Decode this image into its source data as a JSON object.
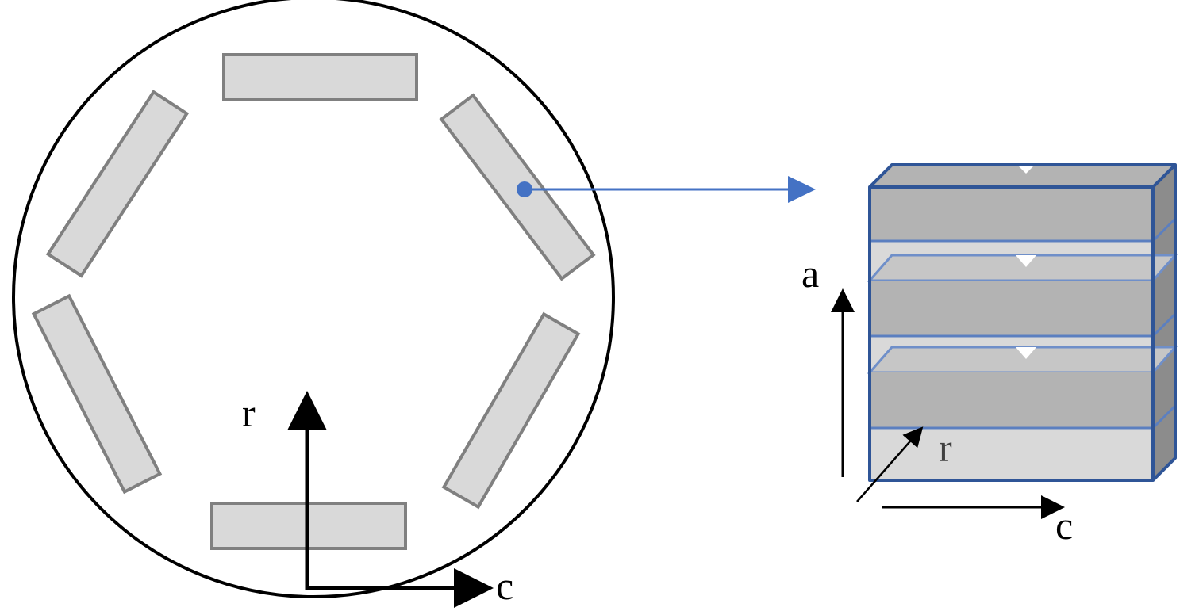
{
  "cross_section": {
    "axes": {
      "radial_label": "r",
      "circumferential_label": "c"
    },
    "element_count": 6,
    "colors": {
      "outline": "#000000",
      "element_fill": "#d9d9d9",
      "element_stroke": "#808080"
    }
  },
  "connector": {
    "color": "#4472c4"
  },
  "detail_block": {
    "axes": {
      "axial_label": "a",
      "radial_label": "r",
      "circumferential_label": "c"
    },
    "layer_count": 3,
    "colors": {
      "frame": "#2f5597",
      "layer_fill": "#b3b3b3",
      "base_fill": "#d9d9d9",
      "side_fill": "#8c8c8c",
      "marker_fill": "#ffffff"
    }
  }
}
